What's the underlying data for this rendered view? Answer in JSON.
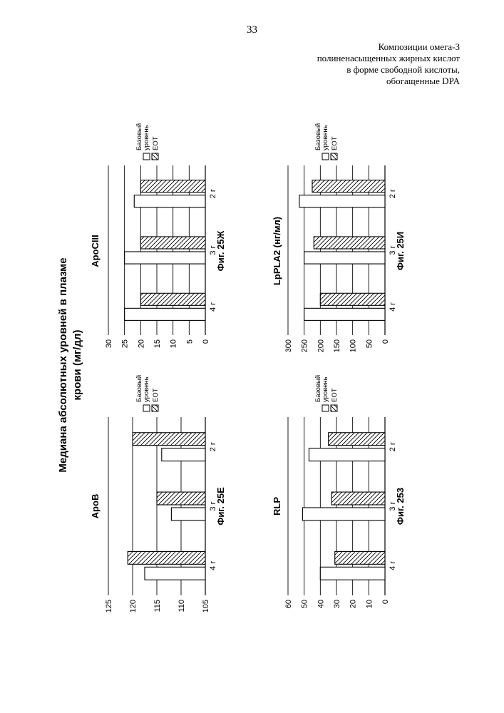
{
  "page": {
    "page_number": "33",
    "header_lines": [
      "Композиции омега-3",
      "полиненасыщенных жирных кислот",
      "в форме свободной кислоты,",
      "обогащенные DPA"
    ],
    "main_title_lines": [
      "Медиана абсолютных уровней в плазме",
      "крови (мг/дл)"
    ]
  },
  "chart_data": [
    {
      "type": "bar",
      "title": "ApoB",
      "caption": "Фиг. 25Е",
      "categories": [
        "2 г",
        "3 г",
        "4 г"
      ],
      "series": [
        {
          "name": "Базовый уровень",
          "values": [
            114.0,
            112.0,
            117.5
          ]
        },
        {
          "name": "EOT",
          "values": [
            120.0,
            115.0,
            121.0
          ]
        }
      ],
      "ylim": [
        105,
        125
      ],
      "yticks": [
        105,
        110,
        115,
        120,
        125
      ],
      "legend": "top-right"
    },
    {
      "type": "bar",
      "title": "ApoCIII",
      "caption": "Фиг. 25Ж",
      "categories": [
        "2 г",
        "3 г",
        "4 г"
      ],
      "series": [
        {
          "name": "Базовый уровень",
          "values": [
            22,
            25,
            25
          ]
        },
        {
          "name": "EOT",
          "values": [
            20,
            20,
            20
          ]
        }
      ],
      "ylim": [
        0,
        30
      ],
      "yticks": [
        0,
        5,
        10,
        15,
        20,
        25,
        30
      ],
      "legend": "top-right"
    },
    {
      "type": "bar",
      "title": "RLP",
      "caption": "Фиг. 253",
      "categories": [
        "2 г",
        "3 г",
        "4 г"
      ],
      "series": [
        {
          "name": "Базовый уровень",
          "values": [
            47,
            51,
            40
          ]
        },
        {
          "name": "EOT",
          "values": [
            35,
            33,
            31
          ]
        }
      ],
      "ylim": [
        0,
        60
      ],
      "yticks": [
        0,
        10,
        20,
        30,
        40,
        50,
        60
      ],
      "legend": "top-right"
    },
    {
      "type": "bar",
      "title": "LpPLA2 (нг/мл)",
      "caption": "Фиг. 25И",
      "categories": [
        "2 г",
        "3 г",
        "4 г"
      ],
      "series": [
        {
          "name": "Базовый уровень",
          "values": [
            265,
            250,
            250
          ]
        },
        {
          "name": "EOT",
          "values": [
            225,
            220,
            200
          ]
        }
      ],
      "ylim": [
        0,
        300
      ],
      "yticks": [
        0,
        50,
        100,
        150,
        200,
        250,
        300
      ],
      "legend": "top-right"
    }
  ]
}
